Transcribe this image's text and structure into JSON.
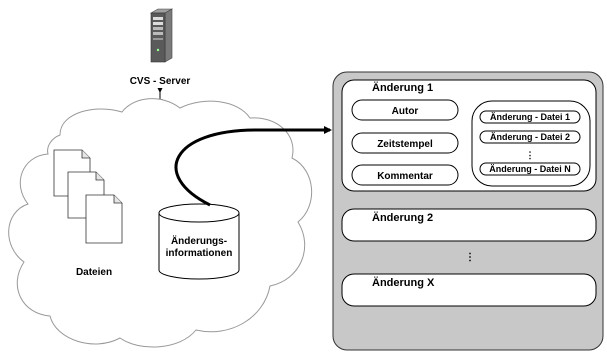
{
  "server": {
    "label": "CVS - Server"
  },
  "cloud": {
    "files_label": "Dateien"
  },
  "database": {
    "label_line1": "Änderungs-",
    "label_line2": "informationen"
  },
  "panel": {
    "change1": {
      "title": "Änderung 1",
      "fields": [
        "Autor",
        "Zeitstempel",
        "Kommentar"
      ],
      "files": [
        "Änderung - Datei 1",
        "Änderung - Datei 2",
        "Änderung - Datei N"
      ],
      "files_ellipsis": "⋮"
    },
    "change2": {
      "title": "Änderung 2"
    },
    "ellipsis": "⋮",
    "changeX": {
      "title": "Änderung X"
    }
  },
  "colors": {
    "panel_fill": "#c8c8c8",
    "box_fill": "#ffffff",
    "stroke": "#000000"
  }
}
